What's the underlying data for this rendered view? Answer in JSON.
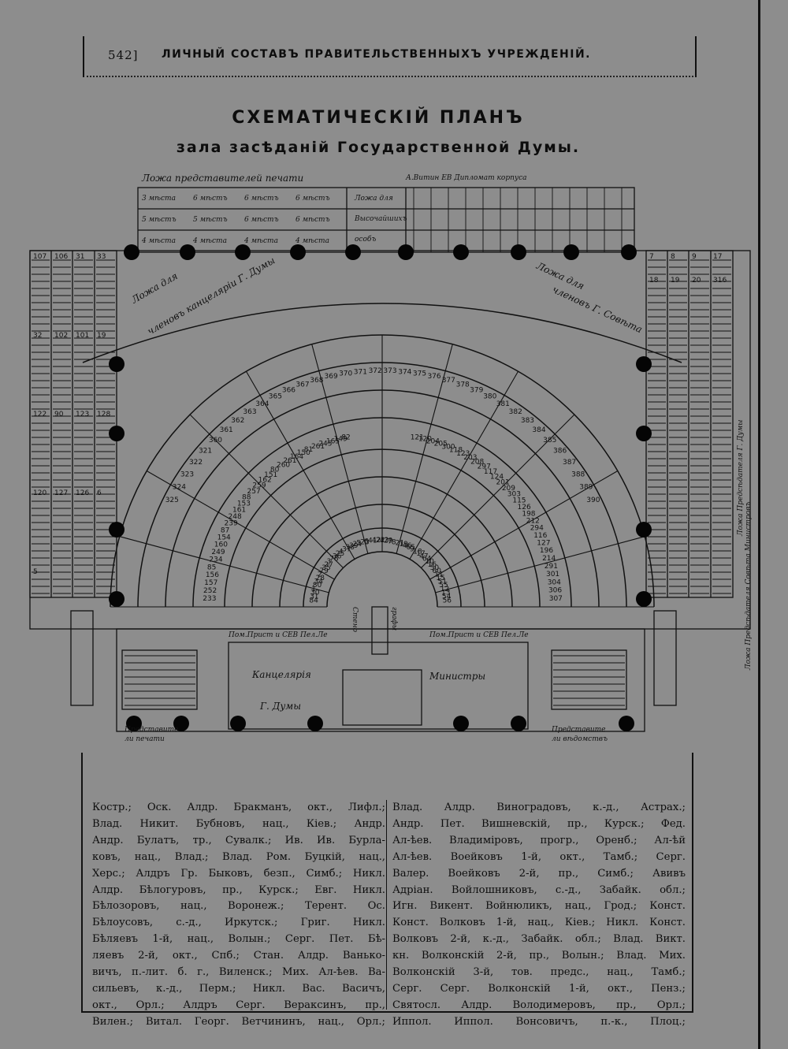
{
  "header": {
    "page_number": "542]",
    "running_title": "ЛИЧНЫЙ СОСТАВЪ ПРАВИТЕЛЬСТВЕННЫХЪ УЧРЕЖДЕНІЙ."
  },
  "plan": {
    "title": "СХЕМАТИЧЕСКІЙ ПЛАНЪ",
    "subtitle": "зала засѣданій Государственной Думы.",
    "labels": {
      "press_box": "Ложа представителей печати",
      "top_right_box": "А.Витин ЕВ Дипломат корпуса",
      "highest_persons_box": [
        "Ложа для",
        "Высочайшихъ",
        "особъ"
      ],
      "chancellery_box": [
        "Ложа для",
        "членовъ канцелярiи Г. Думы"
      ],
      "council_members_box": [
        "Ложа для",
        "членовъ Г. Совѣта"
      ],
      "council_rep_box": "Ложа Предсѣдателя Г. Думы",
      "council_chair_box": "Ложа Предсѣдателя Совѣта Министровъ",
      "stenographers": [
        "Стено",
        "графы"
      ],
      "chancellery": "Канцелярiя",
      "duma": "Г. Думы",
      "ministers": "Министры",
      "press_reps": [
        "Представите",
        "ли печати"
      ],
      "agency_reps": [
        "Представите",
        "ли вѣдомствъ"
      ],
      "left_bench_label": "Пом.Прист и СЕВ Пел.Ле",
      "right_bench_label": "Пом.Прист и СЕВ Пел.Ле"
    },
    "box_rows": [
      [
        "3 мѣста",
        "6 мѣстъ",
        "6 мѣстъ",
        "6 мѣстъ"
      ],
      [
        "5 мѣстъ",
        "5 мѣстъ",
        "6 мѣстъ",
        "6 мѣстъ"
      ],
      [
        "4 мѣста",
        "4 мѣста",
        "4 мѣста",
        "4 мѣста"
      ]
    ],
    "seat_numbers": {
      "inner_ring": [
        "84",
        "31",
        "30",
        "1",
        "80",
        "34",
        "28",
        "2",
        "79",
        "35",
        "27",
        "3",
        "78",
        "36",
        "25",
        "4",
        "37",
        "38",
        "39",
        "24",
        "5",
        "23",
        "6",
        "41",
        "42",
        "22",
        "43",
        "29",
        "7",
        "8",
        "21",
        "19",
        "46",
        "65",
        "9",
        "18",
        "17",
        "47",
        "64",
        "10",
        "16",
        "50",
        "60",
        "11",
        "15",
        "51",
        "55",
        "12",
        "13",
        "54",
        "56"
      ],
      "left_far": [
        "107",
        "106",
        "31",
        "33",
        "32",
        "102",
        "101",
        "19",
        "122",
        "90",
        "123",
        "128",
        "120",
        "127",
        "126",
        "6",
        "5"
      ],
      "right_far": [
        "7",
        "8",
        "9",
        "17",
        "18",
        "19",
        "20",
        "316"
      ],
      "middle_left": [
        "233",
        "252",
        "157",
        "156",
        "85",
        "234",
        "249",
        "160",
        "154",
        "87",
        "239",
        "248",
        "161",
        "153",
        "88",
        "257",
        "259",
        "162",
        "151",
        "80",
        "260",
        "261",
        "164",
        "150",
        "81",
        "261",
        "245",
        "165",
        "149",
        "82"
      ],
      "middle_right": [
        "121",
        "120",
        "204",
        "205",
        "300",
        "118",
        "123",
        "203",
        "208",
        "297",
        "117",
        "124",
        "201",
        "209",
        "303",
        "115",
        "126",
        "198",
        "212",
        "294",
        "116",
        "127",
        "196",
        "214",
        "291",
        "301",
        "304",
        "306",
        "307"
      ],
      "outer_top": [
        "325",
        "324",
        "323",
        "322",
        "321",
        "360",
        "361",
        "362",
        "363",
        "364",
        "365",
        "366",
        "367",
        "368",
        "369",
        "370",
        "371",
        "372",
        "373",
        "374",
        "375",
        "376",
        "377",
        "378",
        "379",
        "380",
        "381",
        "382",
        "383",
        "384",
        "385",
        "386",
        "387",
        "388",
        "389",
        "390"
      ]
    }
  },
  "text": {
    "left_column": [
      "Костр.; Оск. Алдр. Бракманъ, окт., Лифл.;",
      "Влад. Никит. Бубновъ, нац., Кiев.; Андр.",
      "Андр. Булатъ, тр., Сувалк.; Ив. Ив. Бурла-",
      "ковъ, нац., Влад.; Влад. Ром. Буцкiй, нац.,",
      "Херс.; Алдръ Гр. Быковъ, безп., Симб.; Никл.",
      "Алдр. Бѣлогуровъ, пр., Курск.; Евг. Никл.",
      "Бѣлозоровъ, нац., Воронеж.; Терент. Ос.",
      "Бѣлоусовъ, с.-д., Иркутск.; Григ. Никл.",
      "Бѣляевъ 1-й, нац., Волын.; Серг. Пет. Бѣ-",
      "ляевъ 2-й, окт., Спб.; Стан. Алдр. Ванько-",
      "вичъ, п.-лит. б. г., Виленск.; Мих. Ал-ѣев. Ва-",
      "сильевъ, к.-д., Перм.; Никл. Вас. Васичъ,",
      "окт., Орл.; Алдръ Серг. Вераксинъ, пр.,",
      "Вилен.; Витал. Георг. Ветчининъ, нац., Орл.;"
    ],
    "right_column": [
      "Влад. Алдр. Виноградовъ, к.-д., Астрах.;",
      "Андр. Пет. Вишневскiй, пр., Курск.; Фед.",
      "Ал-ѣев. Владимiровъ, прогр., Оренб.; Ал-ѣй",
      "Ал-ѣев. Воейковъ 1-й, окт., Тамб.; Серг.",
      "Валер. Воейковъ 2-й, пр., Симб.; Авивъ",
      "Адрiан. Войлошниковъ, с.-д., Забайк. обл.;",
      "Игн. Викент. Войнюликъ, нац., Грод.; Конст.",
      "Конст. Волковъ 1-й, нац., Кiев.; Никл. Конст.",
      "Волковъ 2-й, к.-д., Забайк. обл.; Влад. Викт.",
      "кн. Волконскiй 2-й, пр., Волын.; Влад. Мих.",
      "Волконскiй 3-й, тов. предс., нац., Тамб.;",
      "Серг. Серг. Волконскiй 1-й, окт., Пенз.;",
      "Святосл. Алдр. Володимеровъ, пр., Орл.;",
      "Иппол. Иппол. Вонсовичъ, п.-к., Плоц.;"
    ]
  }
}
